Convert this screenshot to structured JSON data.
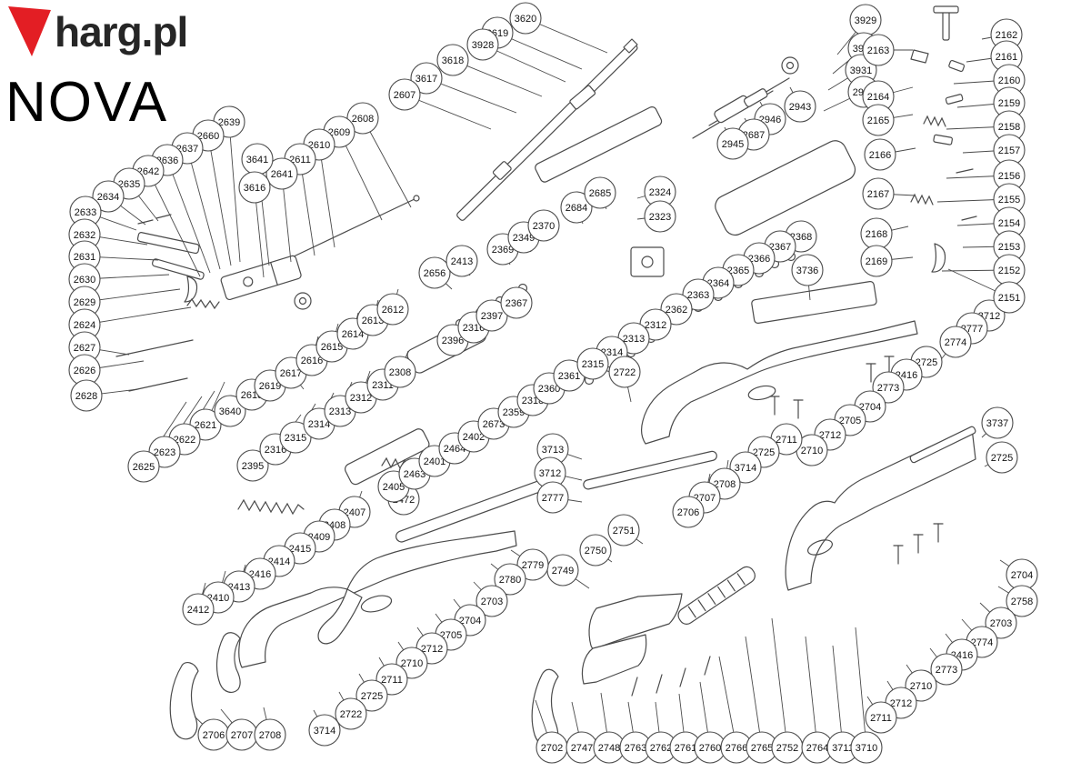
{
  "brand": {
    "logo_text": "harg.pl",
    "logo_color": "#e31e24",
    "text_color": "#262626"
  },
  "title": "NOVA",
  "diagram": {
    "background": "#ffffff",
    "line_color": "#4a4a4a",
    "callout_radius": 17,
    "callouts": [
      [
        "3620",
        578,
        20,
        668,
        58
      ],
      [
        "3619",
        547,
        36,
        640,
        76
      ],
      [
        "3928",
        531,
        49,
        622,
        90
      ],
      [
        "3618",
        498,
        66,
        596,
        106
      ],
      [
        "3617",
        469,
        86,
        568,
        124
      ],
      [
        "2607",
        445,
        104,
        540,
        142
      ],
      [
        "2608",
        399,
        130,
        452,
        228
      ],
      [
        "2609",
        373,
        145,
        420,
        242
      ],
      [
        "2610",
        351,
        159,
        368,
        272
      ],
      [
        "2611",
        330,
        175,
        346,
        281
      ],
      [
        "2641",
        310,
        191,
        320,
        288
      ],
      [
        "3641",
        283,
        175,
        296,
        292
      ],
      [
        "3616",
        280,
        206,
        290,
        305
      ],
      [
        "2639",
        252,
        134,
        264,
        288
      ],
      [
        "2660",
        229,
        149,
        254,
        292
      ],
      [
        "2637",
        206,
        163,
        242,
        296
      ],
      [
        "2636",
        184,
        176,
        231,
        300
      ],
      [
        "2642",
        163,
        188,
        220,
        304
      ],
      [
        "2635",
        142,
        202,
        174,
        243
      ],
      [
        "2634",
        119,
        216,
        160,
        247
      ],
      [
        "2633",
        94,
        233,
        150,
        253
      ],
      [
        "2632",
        93,
        258,
        162,
        269
      ],
      [
        "2631",
        93,
        282,
        174,
        286
      ],
      [
        "2630",
        93,
        307,
        186,
        302
      ],
      [
        "2629",
        93,
        332,
        198,
        318
      ],
      [
        "2624",
        93,
        357,
        210,
        338
      ],
      [
        "2627",
        93,
        382,
        142,
        390
      ],
      [
        "2626",
        93,
        407,
        158,
        397
      ],
      [
        "2628",
        95,
        435,
        152,
        428
      ],
      [
        "2621",
        226,
        467,
        247,
        420
      ],
      [
        "2622",
        203,
        483,
        236,
        430
      ],
      [
        "2623",
        181,
        497,
        222,
        436
      ],
      [
        "2625",
        158,
        513,
        205,
        442
      ],
      [
        "3640",
        253,
        452,
        264,
        428
      ],
      [
        "2618",
        277,
        434,
        286,
        414
      ],
      [
        "2619",
        297,
        424,
        305,
        404
      ],
      [
        "2617",
        320,
        410,
        334,
        428
      ],
      [
        "2616",
        343,
        396,
        350,
        370
      ],
      [
        "2615",
        365,
        381,
        372,
        356
      ],
      [
        "2614",
        388,
        367,
        394,
        344
      ],
      [
        "2613",
        410,
        352,
        416,
        330
      ],
      [
        "2612",
        432,
        340,
        438,
        318
      ],
      [
        "2395",
        278,
        512,
        315,
        470
      ],
      [
        "2316",
        303,
        494,
        331,
        456
      ],
      [
        "2315",
        325,
        481,
        347,
        444
      ],
      [
        "2314",
        351,
        466,
        367,
        432
      ],
      [
        "2313",
        374,
        452,
        387,
        420
      ],
      [
        "2312",
        397,
        437,
        407,
        408
      ],
      [
        "2311",
        421,
        423,
        429,
        396
      ],
      [
        "2308",
        440,
        409,
        449,
        386
      ],
      [
        "2472",
        444,
        549,
        449,
        516
      ],
      [
        "2407",
        390,
        563,
        398,
        540
      ],
      [
        "2408",
        368,
        577,
        376,
        555
      ],
      [
        "2409",
        351,
        590,
        359,
        568
      ],
      [
        "2415",
        330,
        603,
        337,
        581
      ],
      [
        "2414",
        307,
        617,
        315,
        595
      ],
      [
        "2416",
        286,
        631,
        293,
        608
      ],
      [
        "2413",
        263,
        645,
        270,
        621
      ],
      [
        "2410",
        240,
        657,
        248,
        628
      ],
      [
        "2412",
        218,
        670,
        226,
        641
      ],
      [
        "2405",
        433,
        535,
        442,
        518
      ],
      [
        "2463",
        456,
        521,
        465,
        505
      ],
      [
        "2401",
        478,
        507,
        487,
        491
      ],
      [
        "2464",
        500,
        493,
        509,
        478
      ],
      [
        "2402",
        521,
        480,
        530,
        464
      ],
      [
        "2673",
        543,
        466,
        552,
        451
      ],
      [
        "2359",
        565,
        453,
        573,
        438
      ],
      [
        "2318",
        586,
        440,
        593,
        424
      ],
      [
        "2360",
        604,
        427,
        613,
        411
      ],
      [
        "2361",
        626,
        413,
        634,
        398
      ],
      [
        "2396",
        498,
        374,
        506,
        357
      ],
      [
        "2316",
        521,
        360,
        529,
        344
      ],
      [
        "2397",
        541,
        347,
        549,
        331
      ],
      [
        "2367",
        568,
        333,
        575,
        317
      ],
      [
        "2656",
        478,
        300,
        497,
        318
      ],
      [
        "2413",
        508,
        287,
        517,
        303
      ],
      [
        "2369",
        553,
        274,
        561,
        291
      ],
      [
        "2349",
        576,
        261,
        584,
        277
      ],
      [
        "2370",
        598,
        248,
        606,
        263
      ],
      [
        "2684",
        634,
        228,
        641,
        246
      ],
      [
        "2685",
        660,
        212,
        667,
        230
      ],
      [
        "2324",
        726,
        211,
        701,
        218
      ],
      [
        "2323",
        726,
        238,
        701,
        241
      ],
      [
        "2368",
        881,
        260,
        871,
        280
      ],
      [
        "2367",
        858,
        271,
        849,
        291
      ],
      [
        "2366",
        835,
        284,
        827,
        303
      ],
      [
        "2365",
        812,
        297,
        805,
        316
      ],
      [
        "2364",
        790,
        311,
        783,
        329
      ],
      [
        "2363",
        768,
        324,
        761,
        342
      ],
      [
        "2362",
        744,
        340,
        738,
        357
      ],
      [
        "2312",
        721,
        357,
        716,
        373
      ],
      [
        "2313",
        697,
        372,
        692,
        389
      ],
      [
        "2314",
        673,
        387,
        668,
        403
      ],
      [
        "2315",
        652,
        400,
        647,
        416
      ],
      [
        "2722",
        687,
        409,
        694,
        442
      ],
      [
        "3736",
        888,
        297,
        891,
        330
      ],
      [
        "3712",
        1088,
        347,
        1061,
        380
      ],
      [
        "2777",
        1069,
        361,
        1047,
        390
      ],
      [
        "2774",
        1051,
        376,
        1031,
        400
      ],
      [
        "2725",
        1019,
        398,
        1001,
        420
      ],
      [
        "2416",
        997,
        412,
        981,
        433
      ],
      [
        "2773",
        977,
        426,
        962,
        448
      ],
      [
        "2704",
        957,
        447,
        944,
        463
      ],
      [
        "2705",
        935,
        462,
        922,
        478
      ],
      [
        "2712",
        913,
        478,
        901,
        493
      ],
      [
        "2710",
        893,
        495,
        882,
        509
      ],
      [
        "2711",
        865,
        483,
        853,
        500
      ],
      [
        "2725",
        840,
        497,
        829,
        513
      ],
      [
        "3714",
        820,
        514,
        809,
        529
      ],
      [
        "2708",
        797,
        532,
        801,
        506
      ],
      [
        "2707",
        775,
        547,
        781,
        521
      ],
      [
        "2706",
        757,
        563,
        766,
        536
      ],
      [
        "3713",
        608,
        494,
        640,
        505
      ],
      [
        "3712",
        605,
        520,
        640,
        528
      ],
      [
        "2777",
        608,
        547,
        640,
        552
      ],
      [
        "3737",
        1097,
        465,
        1080,
        481
      ],
      [
        "2725",
        1102,
        503,
        1083,
        513
      ],
      [
        "2751",
        686,
        583,
        707,
        598
      ],
      [
        "2750",
        655,
        605,
        673,
        618
      ],
      [
        "2749",
        619,
        627,
        648,
        647
      ],
      [
        "2779",
        586,
        621,
        562,
        605
      ],
      [
        "2780",
        561,
        637,
        540,
        620
      ],
      [
        "2703",
        541,
        661,
        521,
        640
      ],
      [
        "2704",
        517,
        682,
        499,
        659
      ],
      [
        "2705",
        496,
        698,
        479,
        675
      ],
      [
        "2712",
        475,
        713,
        459,
        690
      ],
      [
        "2710",
        453,
        729,
        438,
        706
      ],
      [
        "2711",
        431,
        747,
        417,
        723
      ],
      [
        "2725",
        409,
        765,
        395,
        741
      ],
      [
        "2722",
        386,
        785,
        373,
        761
      ],
      [
        "3714",
        357,
        803,
        345,
        781
      ],
      [
        "2706",
        235,
        808,
        214,
        788
      ],
      [
        "2707",
        266,
        808,
        243,
        780
      ],
      [
        "2708",
        297,
        808,
        290,
        778
      ],
      [
        "2702",
        607,
        822,
        589,
        770
      ],
      [
        "2747",
        640,
        822,
        629,
        772
      ],
      [
        "2748",
        670,
        822,
        661,
        762
      ],
      [
        "2763",
        699,
        822,
        691,
        772
      ],
      [
        "2762",
        727,
        822,
        721,
        772
      ],
      [
        "2761",
        754,
        822,
        747,
        763
      ],
      [
        "2760",
        781,
        822,
        770,
        750
      ],
      [
        "2766",
        810,
        822,
        791,
        722
      ],
      [
        "2765",
        838,
        822,
        820,
        700
      ],
      [
        "2752",
        866,
        822,
        849,
        680
      ],
      [
        "2764",
        899,
        822,
        886,
        700
      ],
      [
        "3711",
        927,
        822,
        916,
        710
      ],
      [
        "3710",
        953,
        822,
        941,
        690
      ],
      [
        "2704",
        1124,
        632,
        1100,
        616
      ],
      [
        "2758",
        1124,
        661,
        1098,
        645
      ],
      [
        "2703",
        1101,
        685,
        1078,
        663
      ],
      [
        "2774",
        1080,
        706,
        1058,
        681
      ],
      [
        "2416",
        1058,
        720,
        1040,
        697
      ],
      [
        "2773",
        1041,
        736,
        1023,
        713
      ],
      [
        "2710",
        1013,
        754,
        997,
        731
      ],
      [
        "2712",
        991,
        773,
        976,
        749
      ],
      [
        "2711",
        969,
        789,
        954,
        766
      ],
      [
        "3929",
        952,
        22,
        921,
        60
      ],
      [
        "3930",
        950,
        53,
        916,
        81
      ],
      [
        "3931",
        947,
        77,
        911,
        99
      ],
      [
        "2947",
        950,
        101,
        906,
        122
      ],
      [
        "2943",
        880,
        117,
        869,
        96
      ],
      [
        "2946",
        847,
        131,
        836,
        112
      ],
      [
        "2687",
        829,
        148,
        819,
        130
      ],
      [
        "2945",
        806,
        158,
        797,
        140
      ],
      [
        "2162",
        1107,
        38,
        1080,
        43
      ],
      [
        "2161",
        1107,
        62,
        1063,
        68
      ],
      [
        "2160",
        1110,
        88,
        1049,
        92
      ],
      [
        "2159",
        1110,
        113,
        1053,
        118
      ],
      [
        "2158",
        1110,
        139,
        1041,
        142
      ],
      [
        "2157",
        1110,
        165,
        1059,
        168
      ],
      [
        "2156",
        1110,
        193,
        1041,
        196
      ],
      [
        "2155",
        1110,
        219,
        1031,
        222
      ],
      [
        "2154",
        1110,
        245,
        1053,
        248
      ],
      [
        "2153",
        1110,
        271,
        1059,
        272
      ],
      [
        "2152",
        1110,
        297,
        1036,
        298
      ],
      [
        "2151",
        1110,
        327,
        1043,
        296
      ],
      [
        "2163",
        966,
        55,
        1004,
        55
      ],
      [
        "2164",
        966,
        106,
        1004,
        96
      ],
      [
        "2165",
        966,
        132,
        1004,
        126
      ],
      [
        "2166",
        968,
        170,
        1007,
        163
      ],
      [
        "2167",
        966,
        213,
        1007,
        215
      ],
      [
        "2168",
        964,
        257,
        999,
        249
      ],
      [
        "2169",
        964,
        287,
        1004,
        283
      ]
    ]
  }
}
